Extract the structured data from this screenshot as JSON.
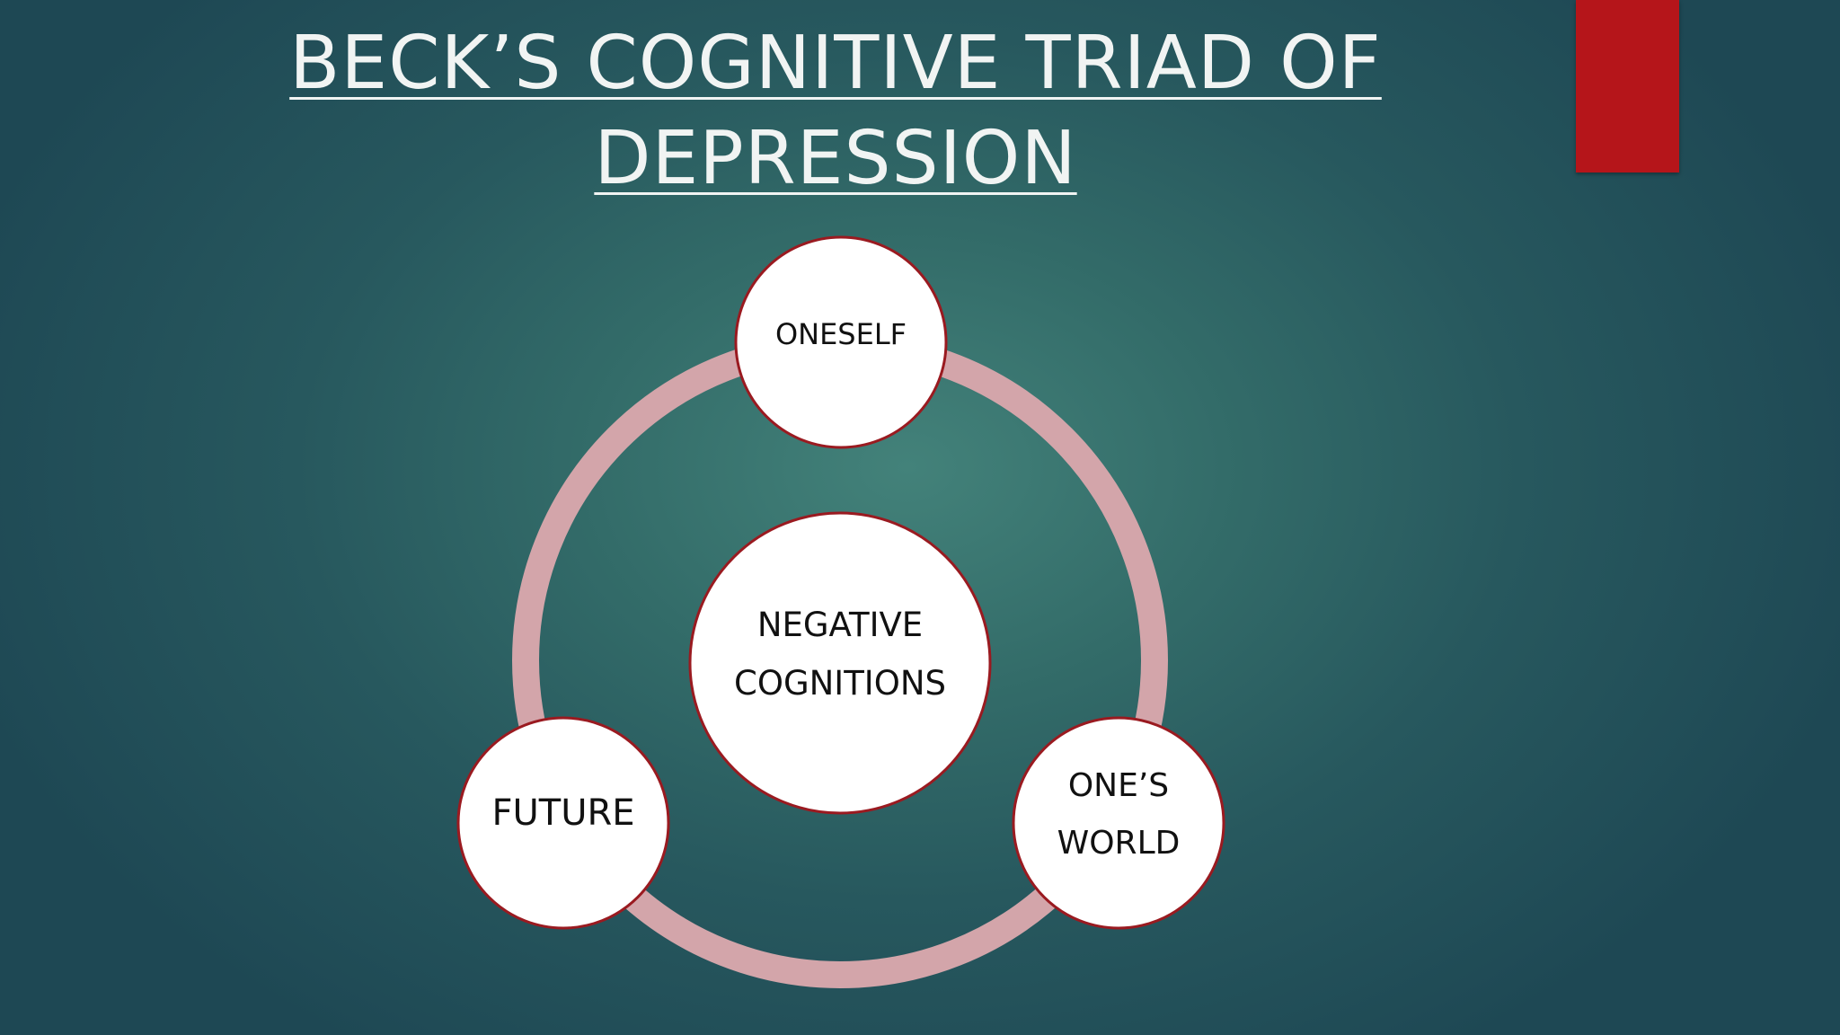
{
  "slide": {
    "title_line1": "BECK’S COGNITIVE TRIAD OF",
    "title_line2": "DEPRESSION"
  },
  "diagram": {
    "center": {
      "line1": "NEGATIVE",
      "line2": "COGNITIONS"
    },
    "nodes": {
      "oneself": {
        "line1": "ONESELF"
      },
      "future": {
        "line1": "FUTURE"
      },
      "world": {
        "line1": "ONE’S",
        "line2": "WORLD"
      }
    }
  },
  "colors": {
    "ring": "#d3a5aa",
    "node_fill": "#ffffff",
    "node_border": "#9a1a20",
    "accent_bar": "#b5151a",
    "title_text": "#f1f4f3"
  }
}
